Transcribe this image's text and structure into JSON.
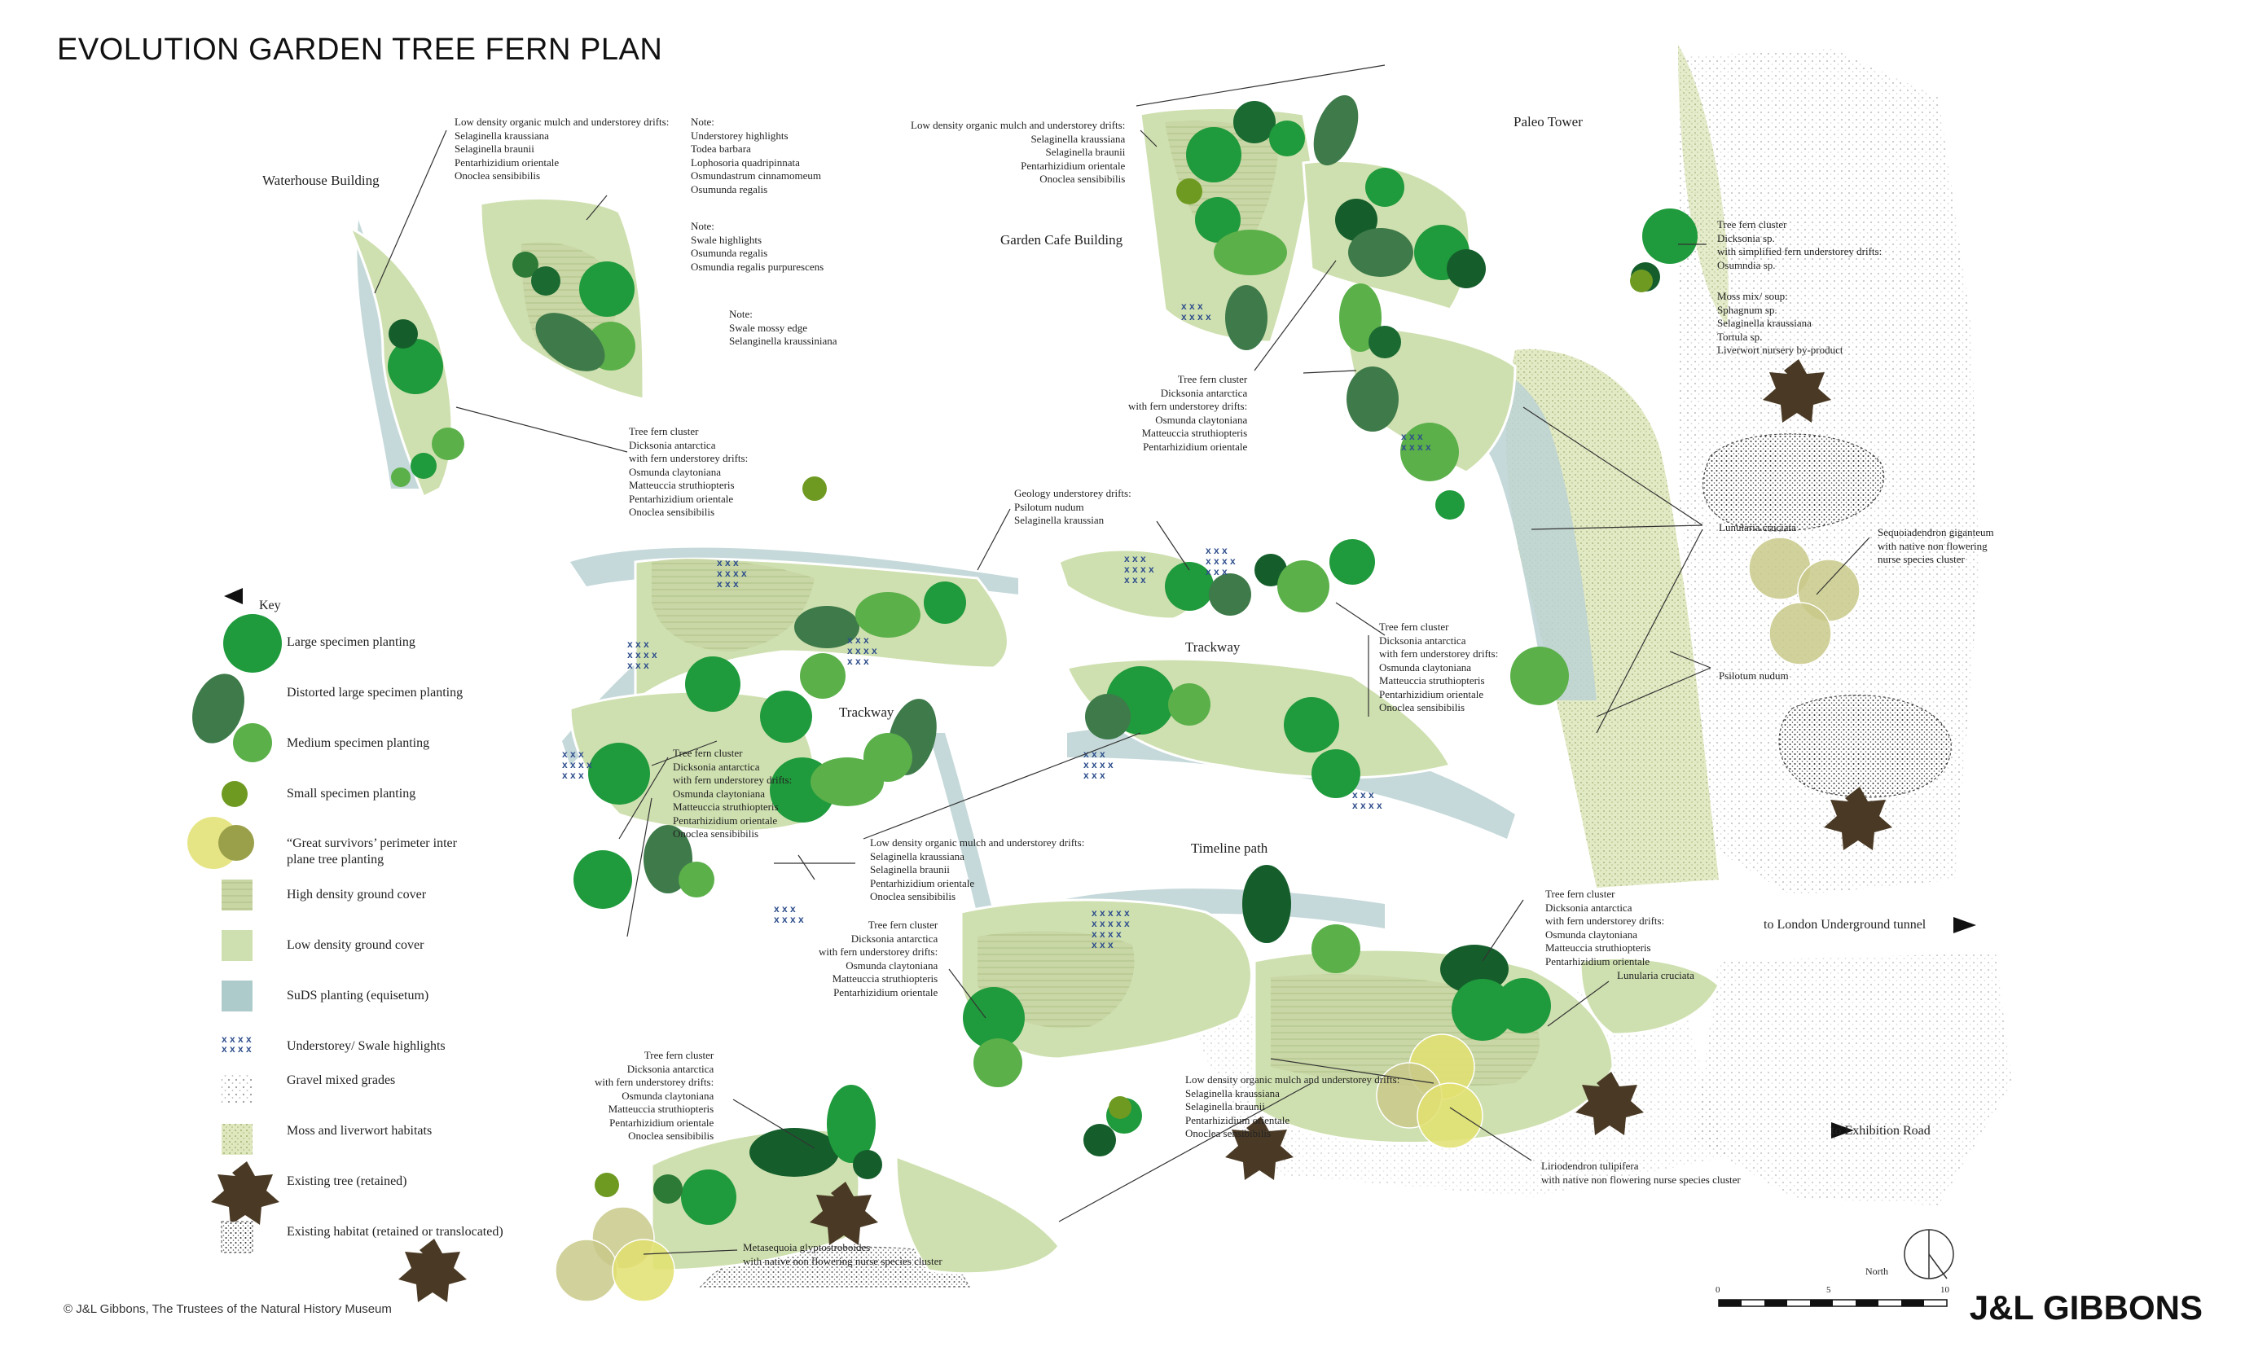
{
  "title": "EVOLUTION GARDEN TREE FERN PLAN",
  "brand": "J&L GIBBONS",
  "copyright": "© J&L Gibbons, The Trustees of the Natural History Museum",
  "colors": {
    "large": "#1f9a3c",
    "distorted": "#3f7a4a",
    "medium": "#5bb04a",
    "small": "#6f9a22",
    "survivor": "#c9c98a",
    "high_density": "#c6d3a3",
    "low_density": "#cfe0b0",
    "suds": "#aecbcc",
    "swale": "#2e4e8c",
    "moss": "#d6e2b2",
    "tree": "#4a3a25"
  },
  "places": {
    "waterhouse": "Waterhouse Building",
    "garden_cafe": "Garden Cafe Building",
    "paleo_tower": "Paleo Tower",
    "trackway_1": "Trackway",
    "trackway_2": "Trackway",
    "timeline": "Timeline path"
  },
  "directions": {
    "underground": "to London Underground tunnel",
    "exhibition": "to Exhibition Road"
  },
  "key": {
    "heading": "Key",
    "items": [
      {
        "label": "Large specimen planting",
        "icon": "large-circle-icon"
      },
      {
        "label": "Distorted large specimen planting",
        "icon": "ellipse-icon"
      },
      {
        "label": "Medium specimen planting",
        "icon": "medium-circle-icon"
      },
      {
        "label": "Small specimen planting",
        "icon": "small-circle-icon"
      },
      {
        "label": "“Great survivors’ perimeter inter\nplane tree planting",
        "icon": "survivor-icon"
      },
      {
        "label": "High density ground cover",
        "icon": "high-density-swatch"
      },
      {
        "label": "Low density ground cover",
        "icon": "low-density-swatch"
      },
      {
        "label": "SuDS planting (equisetum)",
        "icon": "suds-swatch"
      },
      {
        "label": "Understorey/ Swale highlights",
        "icon": "swale-icon"
      },
      {
        "label": "Gravel mixed grades",
        "icon": "gravel-swatch"
      },
      {
        "label": "Moss and liverwort habitats",
        "icon": "moss-swatch"
      },
      {
        "label": "Existing tree (retained)",
        "icon": "tree-icon"
      },
      {
        "label": "Existing habitat (retained or translocated)",
        "icon": "habitat-swatch"
      }
    ]
  },
  "notes": {
    "n1": "Low density organic mulch and understorey drifts:\nSelaginella kraussiana\nSelaginella braunii\nPentarhizidium orientale\nOnoclea sensibibilis",
    "n2": "Note:\nUnderstorey highlights\nTodea barbara\nLophosoria quadripinnata\nOsmundastrum cinnamomeum\nOsumunda regalis",
    "n3": "Note:\nSwale highlights\nOsumunda regalis\nOsmundia regalis purpurescens",
    "n4": "Note:\nSwale mossy edge\nSelanginella kraussiniana",
    "n5": "Low density organic mulch and understorey drifts:\nSelaginella kraussiana\nSelaginella braunii\nPentarhizidium orientale\nOnoclea sensibibilis",
    "n6": "Tree fern cluster\nDicksonia sp.\nwith simplified fern understorey drifts:\nOsumndia sp.",
    "n7": "Moss mix/ soup:\nSphagnum sp.\nSelaginella kraussiana\nTortula sp.\nLiverwort nursery by-product",
    "n8": "Tree fern cluster\nDicksonia antarctica\nwith fern understorey drifts:\nOsmunda claytoniana\nMatteuccia struthiopteris\nPentarhizidium orientale",
    "n9": "Tree fern cluster\nDicksonia antarctica\nwith fern understorey drifts:\nOsmunda claytoniana\nMatteuccia struthiopteris\nPentarhizidium orientale\nOnoclea sensibibilis",
    "n10": "Geology understorey drifts:\nPsilotum nudum\nSelaginella kraussian",
    "n11": "Lunularia cruciata",
    "n12": "Sequoiadendron giganteum\nwith native non flowering\nnurse species cluster",
    "n13": "Psilotum nudum",
    "n14": "Tree fern cluster\nDicksonia antarctica\nwith fern understorey drifts:\nOsmunda claytoniana\nMatteuccia struthiopteris\nPentarhizidium orientale\nOnoclea sensibibilis",
    "n15": "Tree fern cluster\nDicksonia antarctica\nwith fern understorey drifts:\nOsmunda claytoniana\nMatteuccia struthiopteris\nPentarhizidium orientale\nOnoclea sensibibilis",
    "n16": "Low density organic mulch and understorey drifts:\nSelaginella kraussiana\nSelaginella braunii\nPentarhizidium orientale\nOnoclea sensibibilis",
    "n17": "Tree fern cluster\nDicksonia antarctica\nwith fern understorey drifts:\nOsmunda claytoniana\nMatteuccia struthiopteris\nPentarhizidium orientale",
    "n18": "Tree fern cluster\nDicksonia antarctica\nwith fern understorey drifts:\nOsmunda claytoniana\nMatteuccia struthiopteris\nPentarhizidium orientale",
    "n19": "Lunularia cruciata",
    "n20": "Low density organic mulch and understorey drifts:\nSelaginella kraussiana\nSelaginella braunii\nPentarhizidium orientale\nOnoclea sensibibilis",
    "n21": "Liriodendron tulipifera\nwith native non flowering nurse species cluster",
    "n22": "Tree fern cluster\nDicksonia antarctica\nwith fern understorey drifts:\nOsmunda claytoniana\nMatteuccia struthiopteris\nPentarhizidium orientale\nOnoclea sensibibilis",
    "n23": "Metasequoia glyptostroboides\nwith native non flowering nurse species cluster"
  },
  "scale": {
    "t0": "0",
    "t5": "5",
    "t10": "10",
    "north": "North"
  }
}
